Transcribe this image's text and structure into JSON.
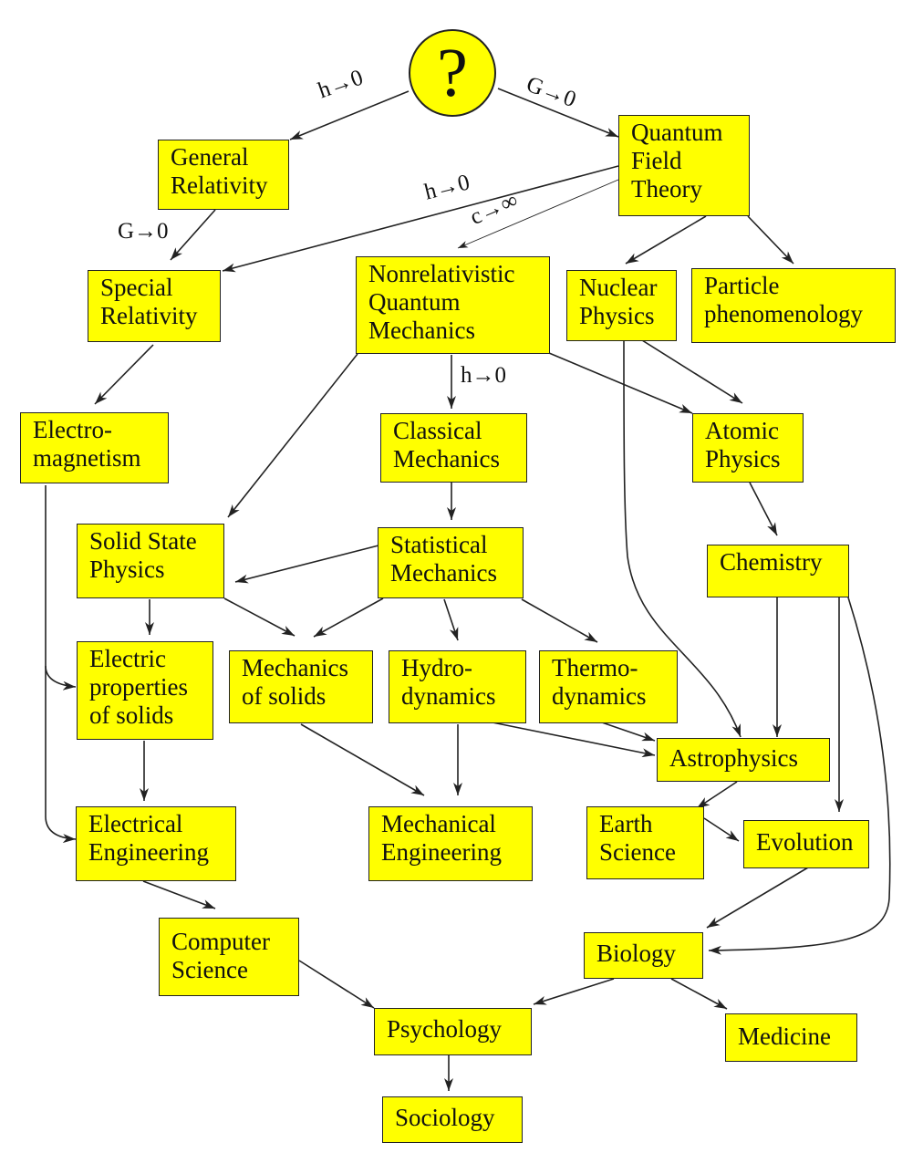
{
  "root": {
    "symbol": "?"
  },
  "nodes": {
    "general_relativity": [
      "General",
      "Relativity"
    ],
    "quantum_field_theory": [
      "Quantum",
      "Field",
      "Theory"
    ],
    "special_relativity": [
      "Special",
      "Relativity"
    ],
    "nonrelativistic_qm": [
      "Nonrelativistic",
      "Quantum",
      "Mechanics"
    ],
    "nuclear_physics": [
      "Nuclear",
      "Physics"
    ],
    "particle_phenomenology": [
      "Particle",
      "phenomenology"
    ],
    "electromagnetism": [
      "Electro-",
      "magnetism"
    ],
    "classical_mechanics": [
      "Classical",
      "Mechanics"
    ],
    "atomic_physics": [
      "Atomic",
      "Physics"
    ],
    "solid_state_physics": [
      "Solid State",
      "Physics"
    ],
    "statistical_mechanics": [
      "Statistical",
      "Mechanics"
    ],
    "chemistry": [
      "Chemistry"
    ],
    "electric_properties": [
      "Electric",
      "properties",
      "of solids"
    ],
    "mechanics_of_solids": [
      "Mechanics",
      "of solids"
    ],
    "hydrodynamics": [
      "Hydro-",
      "dynamics"
    ],
    "thermodynamics": [
      "Thermo-",
      "dynamics"
    ],
    "astrophysics": [
      "Astrophysics"
    ],
    "electrical_engineering": [
      "Electrical",
      "Engineering"
    ],
    "mechanical_engineering": [
      "Mechanical",
      "Engineering"
    ],
    "earth_science": [
      "Earth",
      "Science"
    ],
    "evolution": [
      "Evolution"
    ],
    "computer_science": [
      "Computer",
      "Science"
    ],
    "biology": [
      "Biology"
    ],
    "psychology": [
      "Psychology"
    ],
    "medicine": [
      "Medicine"
    ],
    "sociology": [
      "Sociology"
    ]
  },
  "edge_labels": {
    "root_to_gr": "h→0",
    "root_to_qft": "G→0",
    "gr_to_sr": "G→0",
    "qft_to_sr": "h→0",
    "qft_to_nrqm": "c→∞",
    "nrqm_to_cm": "h→0"
  },
  "colors": {
    "box_fill": "#ffff00",
    "stroke": "#222222"
  }
}
